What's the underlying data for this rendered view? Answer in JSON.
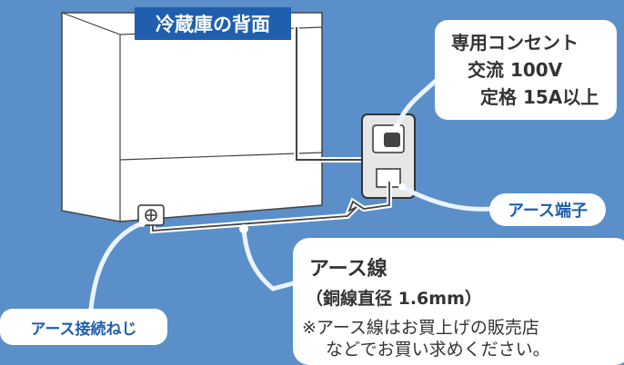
{
  "labels": {
    "fridge_back": "冷蔵庫の背面",
    "outlet_line1": "専用コンセント",
    "outlet_line2": "交流 100V",
    "outlet_line3": "定格 15A以上",
    "earth_terminal": "アース端子",
    "earth_wire_title": "アース線",
    "earth_wire_spec": "（銅線直径 1.6mm）",
    "earth_wire_note_1": "※アース線はお買上げの販売店",
    "earth_wire_note_2": "などでお買い求めください。",
    "earth_screw": "アース接続ねじ"
  },
  "colors": {
    "background": "#5a8fc9",
    "fridge": "#ffffff",
    "title_box": "#1f5fae",
    "accent_text": "#1f5fae",
    "plate": "#e6e6e6"
  }
}
